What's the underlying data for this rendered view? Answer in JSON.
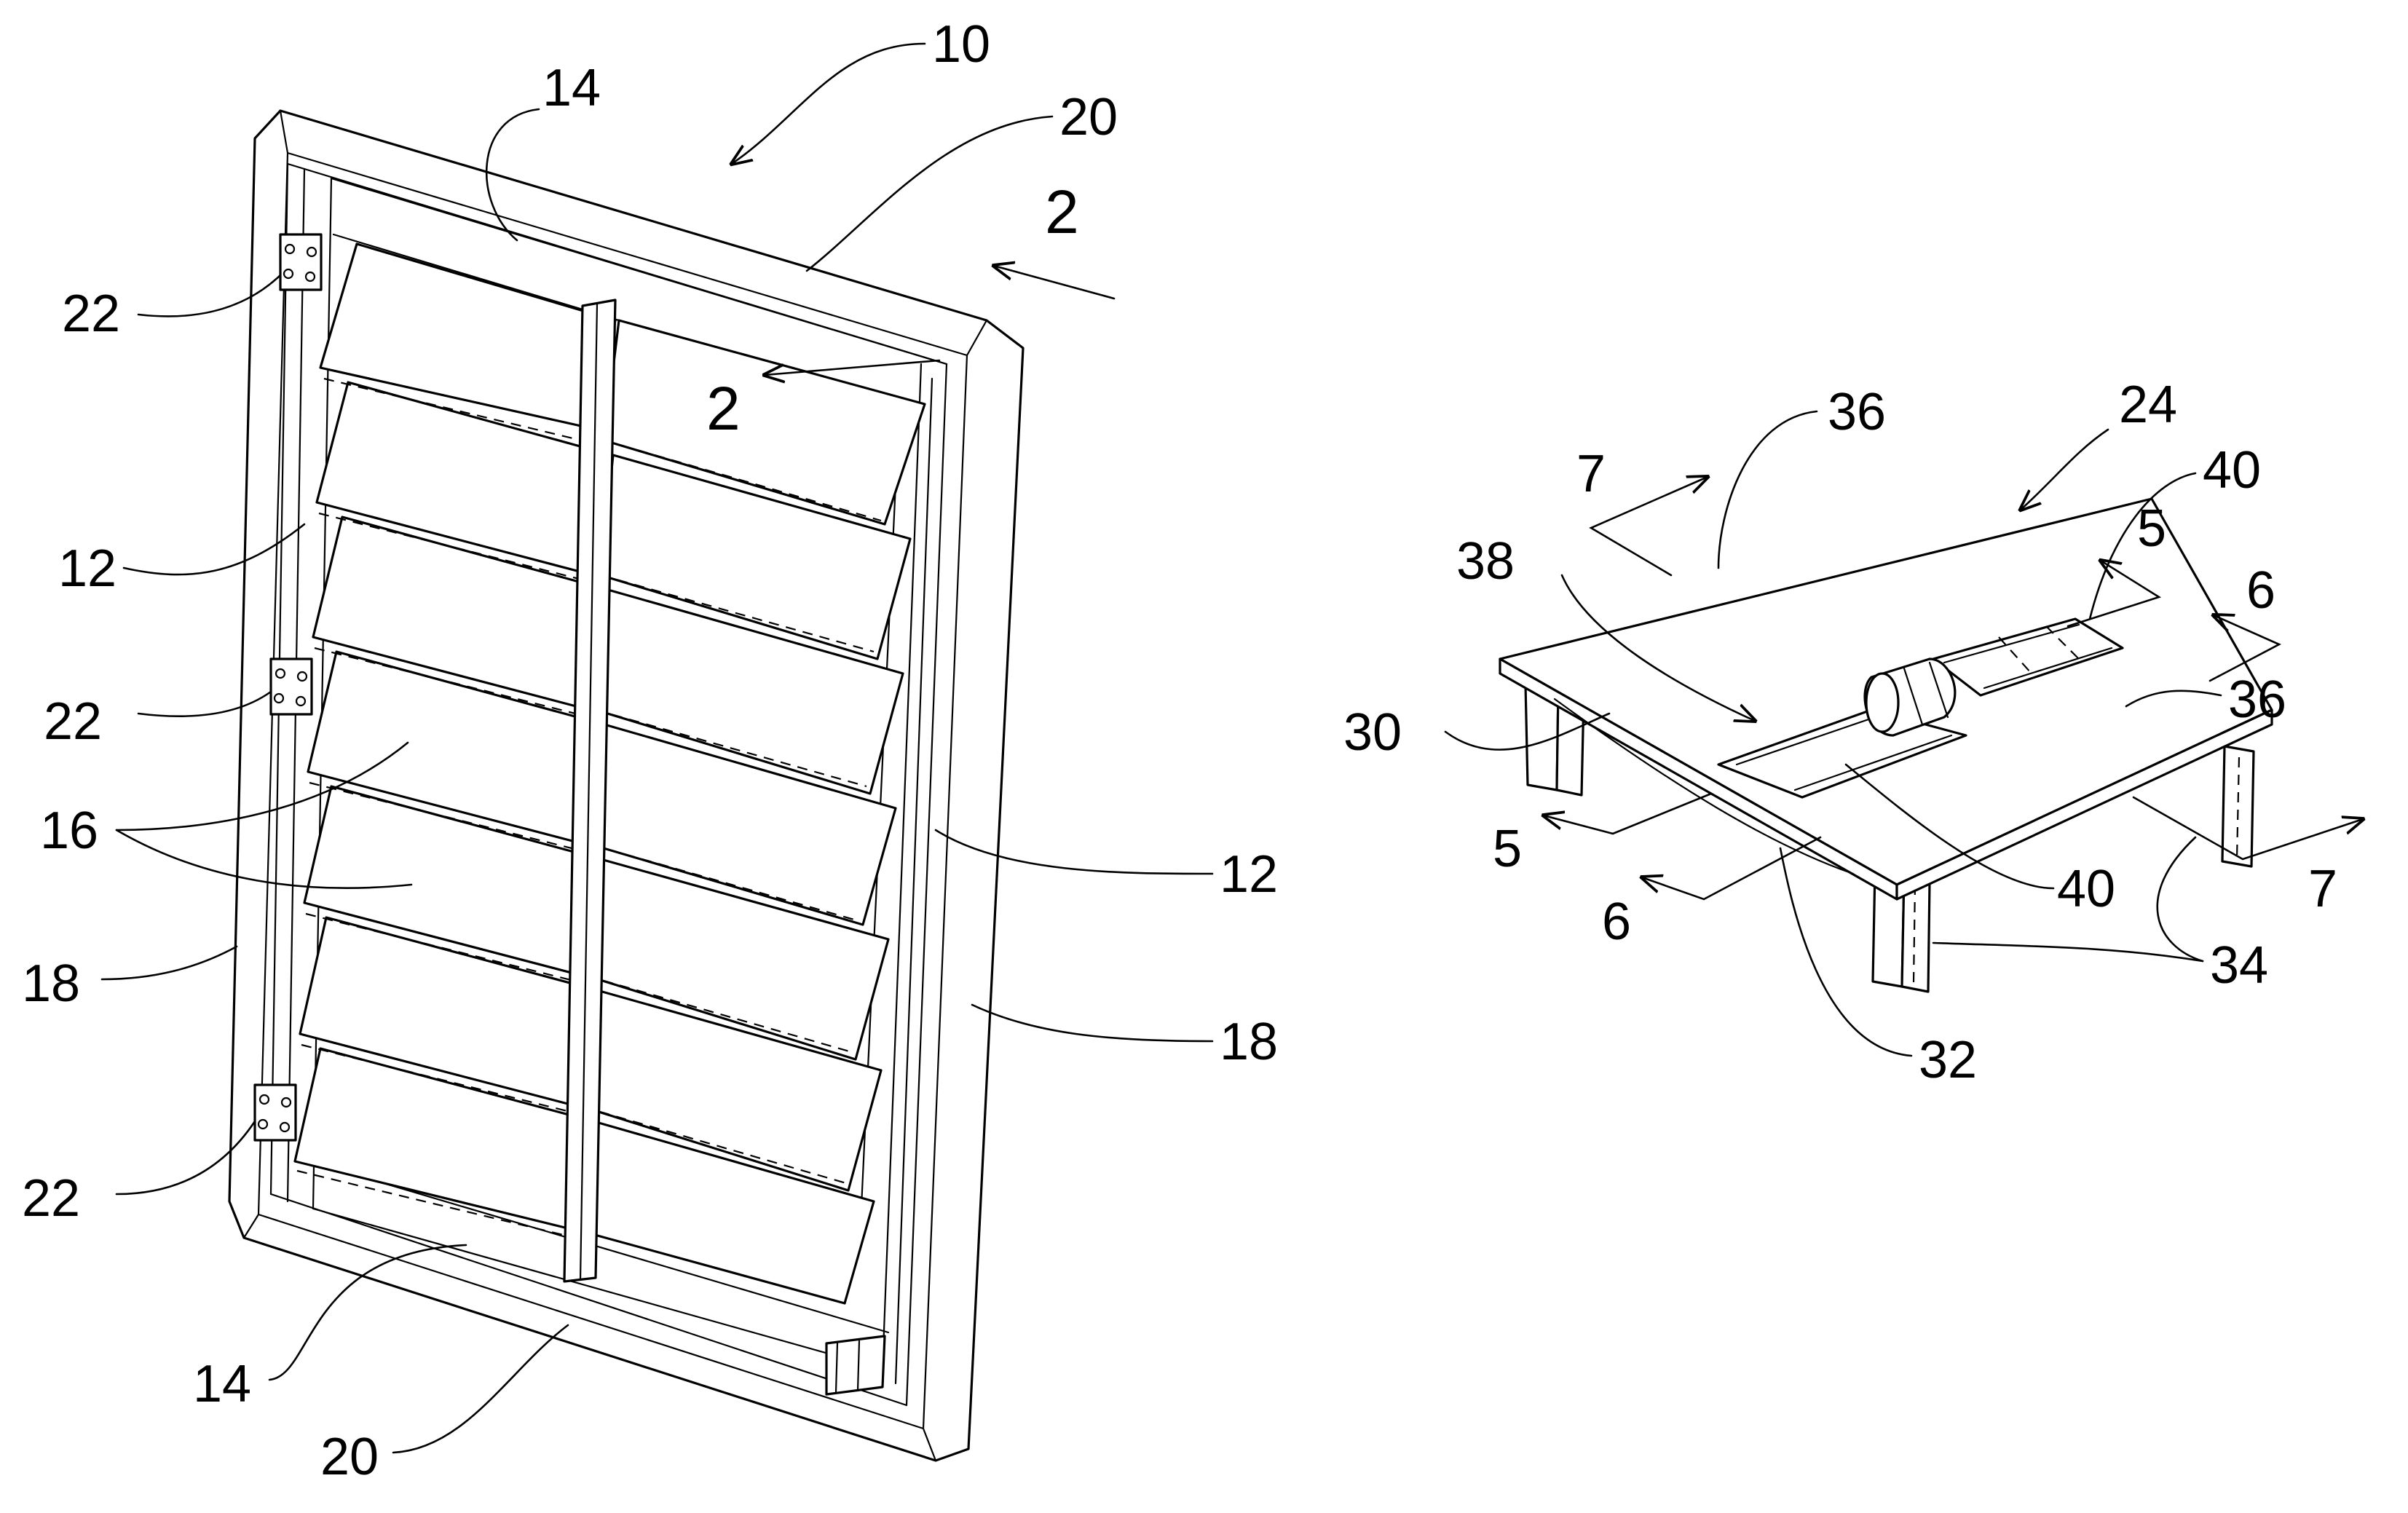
{
  "figure_left": {
    "labels": {
      "n10": "10",
      "n14_top": "14",
      "n20_top": "20",
      "n2_a": "2",
      "n2_b": "2",
      "n22_a": "22",
      "n22_b": "22",
      "n22_c": "22",
      "n12_left": "12",
      "n12_right": "12",
      "n16": "16",
      "n18_left": "18",
      "n18_right": "18",
      "n14_bottom": "14",
      "n20_bottom": "20"
    }
  },
  "figure_right": {
    "labels": {
      "n24": "24",
      "n36_top": "36",
      "n36_right": "36",
      "n40_top": "40",
      "n40_bottom": "40",
      "n7_left": "7",
      "n7_right": "7",
      "n5_top": "5",
      "n5_bottom": "5",
      "n6_top": "6",
      "n6_bottom": "6",
      "n38": "38",
      "n30": "30",
      "n32": "32",
      "n34": "34"
    }
  }
}
